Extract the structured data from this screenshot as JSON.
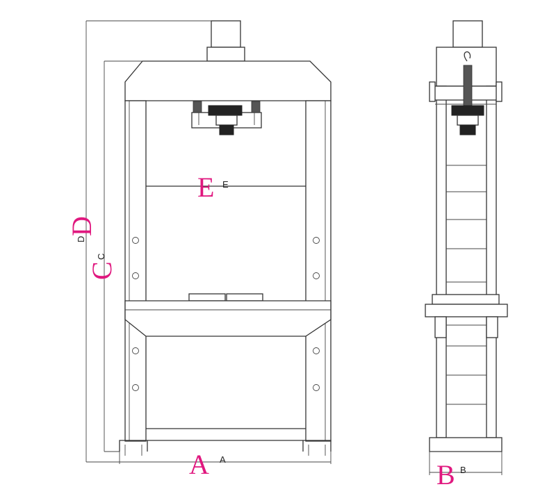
{
  "colors": {
    "accent": "#e0187f",
    "line": "#333333"
  },
  "labels": {
    "A_big": "A",
    "A_small": "A",
    "B_big": "B",
    "B_small": "B",
    "C_big": "C",
    "C_small": "C",
    "D_big": "D",
    "D_small": "D",
    "E_big": "E",
    "E_small": "E"
  }
}
